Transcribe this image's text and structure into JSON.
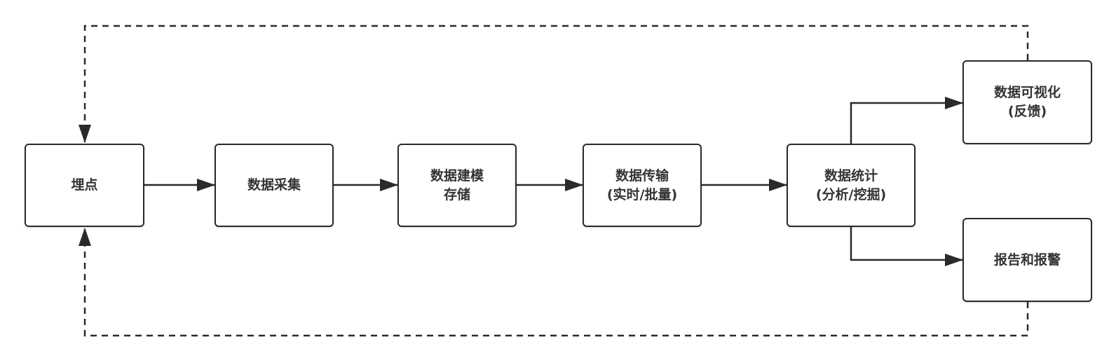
{
  "diagram": {
    "nodes": {
      "maidian": {
        "line1": "埋点"
      },
      "collect": {
        "line1": "数据采集"
      },
      "model": {
        "line1": "数据建模",
        "line2": "存储"
      },
      "transfer": {
        "line1": "数据传输",
        "line2": "(实时/批量)"
      },
      "stats": {
        "line1": "数据统计",
        "line2": "(分析/挖掘)"
      },
      "visual": {
        "line1": "数据可视化",
        "line2": "(反馈)"
      },
      "report": {
        "line1": "报告和报警"
      }
    },
    "colors": {
      "stroke": "#2a2a2a",
      "text": "#333333",
      "background": "#ffffff"
    }
  }
}
